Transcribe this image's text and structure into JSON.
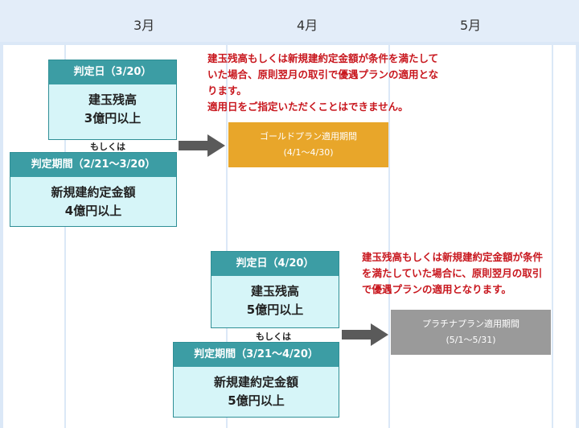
{
  "months": [
    "3月",
    "4月",
    "5月"
  ],
  "section_gold": {
    "judge_day": {
      "label": "判定日（3/20）",
      "lines": [
        "建玉残高",
        "3億円以上"
      ]
    },
    "or_label": "もしくは",
    "judge_period": {
      "label": "判定期間（2/21〜3/20）",
      "lines": [
        "新規建約定金額",
        "4億円以上"
      ]
    },
    "plan": {
      "name": "ゴールドプラン適用期間",
      "period": "(4/1〜4/30)",
      "color": "#e8a62a"
    },
    "note_lines": [
      "建玉残高もしくは新規建約定金額が条件を満たして",
      "いた場合、原則翌月の取引で優遇プランの適用とな",
      "ります。",
      "適用日をご指定いただくことはできません。"
    ]
  },
  "section_platinum": {
    "judge_day": {
      "label": "判定日（4/20）",
      "lines": [
        "建玉残高",
        "5億円以上"
      ]
    },
    "or_label": "もしくは",
    "judge_period": {
      "label": "判定期間（3/21〜4/20）",
      "lines": [
        "新規建約定金額",
        "5億円以上"
      ]
    },
    "plan": {
      "name": "プラチナプラン適用期間",
      "period": "(5/1〜5/31)",
      "color": "#9a9a9a"
    },
    "note_lines": [
      "建玉残高もしくは新規建約定金額が条件",
      "を満たしていた場合に、原則翌月の取引",
      "で優遇プランの適用となります。"
    ]
  },
  "colors": {
    "box_header": "#3c9da4",
    "box_fill": "#d6f5f8",
    "note_text": "#c8171e",
    "arrow": "#5a5a5a"
  }
}
